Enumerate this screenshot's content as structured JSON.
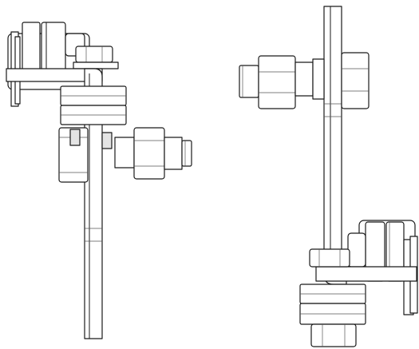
{
  "views": [
    {
      "id": "left",
      "shows": "bracket-with-fittings"
    },
    {
      "id": "right",
      "shows": "bracket-with-fittings"
    }
  ],
  "colors": {
    "stroke": "#1a1a1a",
    "fill": "#ffffff",
    "shade": "#e4e4e4"
  }
}
